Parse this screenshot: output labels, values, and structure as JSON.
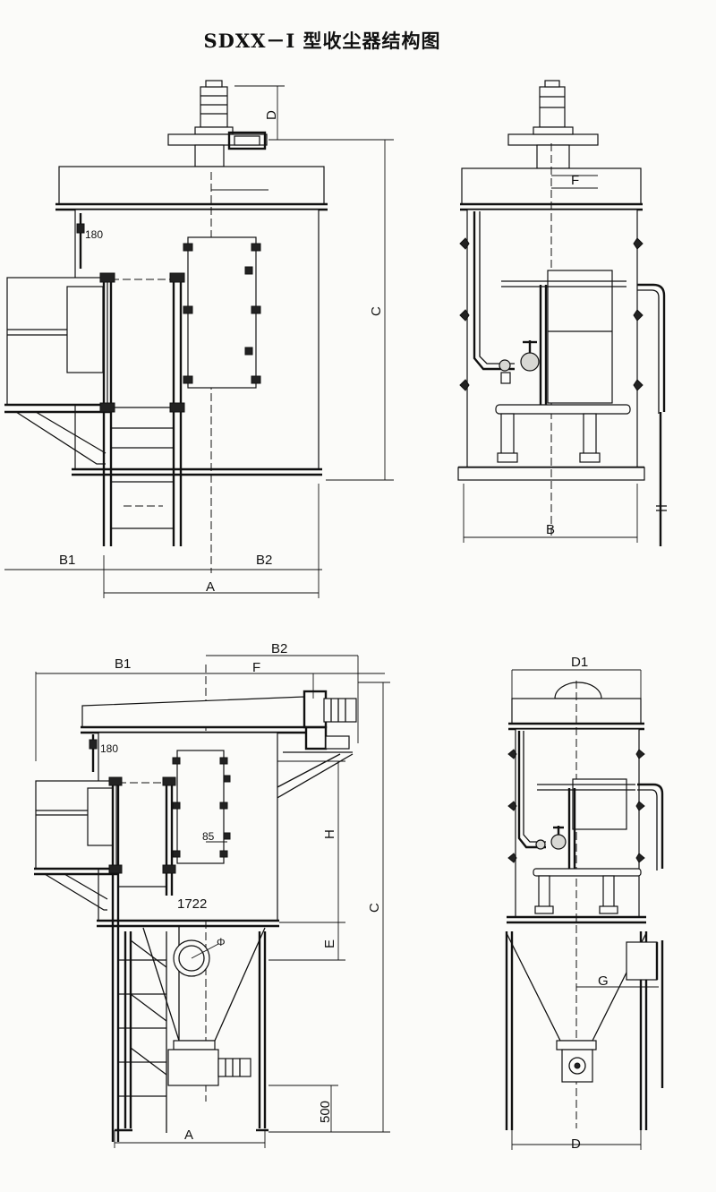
{
  "title": "SDXX－I 型收尘器结构图",
  "views": {
    "front": {
      "labels": {
        "d": "D",
        "c": "C",
        "dim180": "180",
        "b1": "B1",
        "b2": "B2",
        "a": "A"
      }
    },
    "side": {
      "labels": {
        "f": "F",
        "b": "B"
      }
    },
    "front2": {
      "labels": {
        "b1": "B1",
        "b2": "B2",
        "f": "F",
        "dim180": "180",
        "dim85": "85",
        "h": "H",
        "c": "C",
        "dim1722": "1722",
        "e": "E",
        "phi": "Φ",
        "dim500": "500",
        "a": "A"
      }
    },
    "side2": {
      "labels": {
        "d1": "D1",
        "g": "G",
        "d": "D"
      }
    }
  }
}
